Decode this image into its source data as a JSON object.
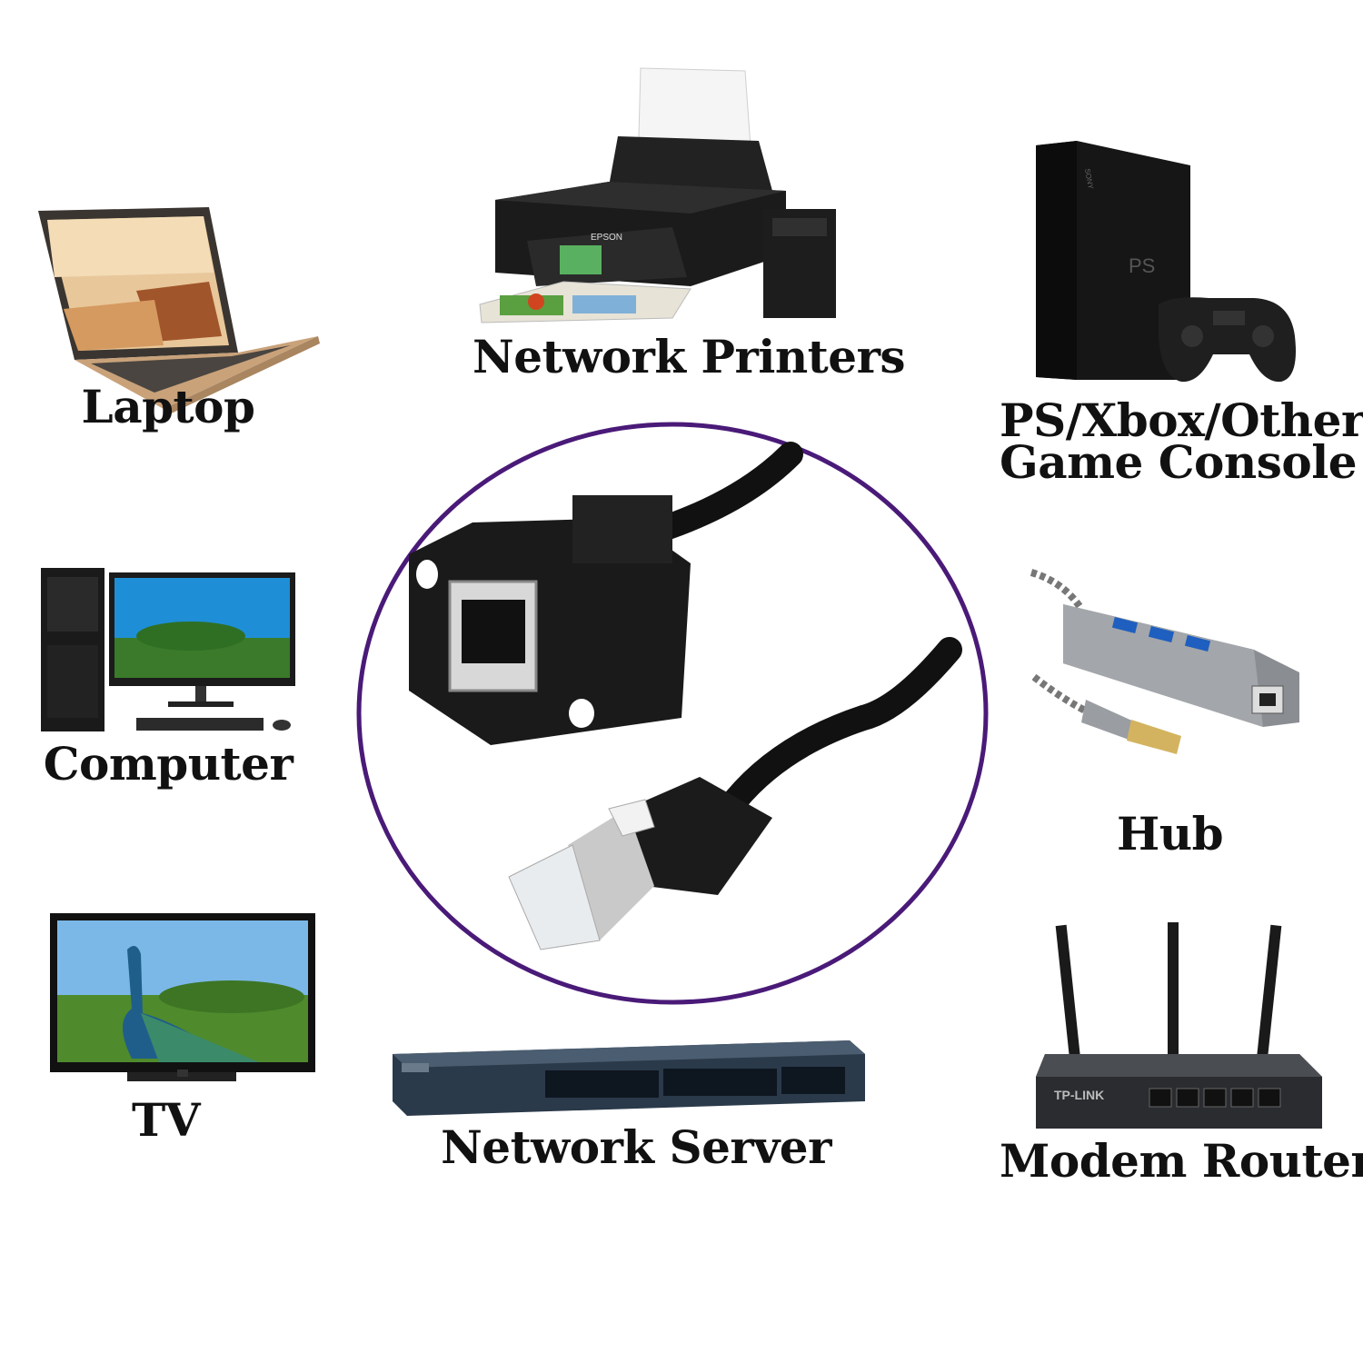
{
  "devices": {
    "laptop": {
      "label": "Laptop"
    },
    "printer": {
      "label": "Network Printers",
      "brand": "EPSON"
    },
    "console": {
      "label_line1": "PS/Xbox/Other",
      "label_line2": "Game Console",
      "brand": "SONY"
    },
    "computer": {
      "label": "Computer"
    },
    "hub": {
      "label": "Hub"
    },
    "tv": {
      "label": "TV"
    },
    "server": {
      "label": "Network Server"
    },
    "router": {
      "label": "Modem Router",
      "brand": "TP-LINK"
    }
  },
  "colors": {
    "circle_border": "#4a1a78",
    "cable": "#111111",
    "label_text": "#111111"
  },
  "icons": [
    "laptop-icon",
    "printer-icon",
    "game-console-icon",
    "computer-icon",
    "usb-hub-icon",
    "tv-icon",
    "network-switch-icon",
    "router-icon",
    "rj45-cable-icon"
  ]
}
